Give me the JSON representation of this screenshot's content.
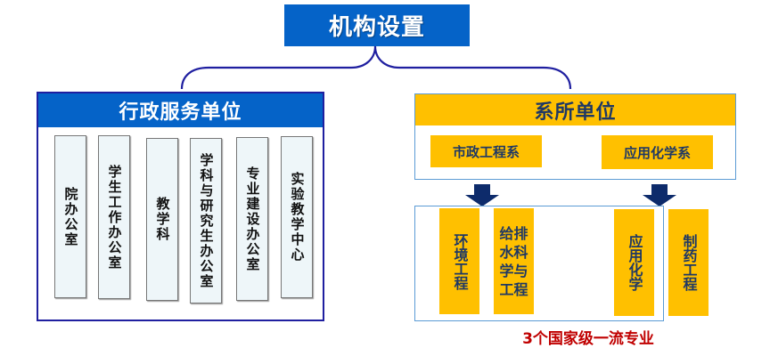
{
  "title": "机构设置",
  "admin": {
    "header": "行政服务单位",
    "offices": [
      {
        "label": "院办公室"
      },
      {
        "label": "学生工作办公室"
      },
      {
        "label": "教学科"
      },
      {
        "label": "学科与研究生办公室"
      },
      {
        "label": "专业建设办公室"
      },
      {
        "label": "实验教学中心"
      }
    ]
  },
  "departments": {
    "header": "系所单位",
    "items": [
      {
        "label": "市政工程系"
      },
      {
        "label": "应用化学系"
      }
    ]
  },
  "majors": [
    {
      "label": "环境工程"
    },
    {
      "lines": [
        "给排",
        "水科",
        "学与",
        "工程"
      ]
    },
    {
      "label": "应用化学"
    },
    {
      "label": "制药工程"
    }
  ],
  "caption": "3个国家级一流专业",
  "colors": {
    "blue": "#0563c8",
    "navy": "#1f1fa0",
    "gold": "#ffc000",
    "dark_blue_text": "#1f3864",
    "arrow": "#0d2b6b",
    "red": "#c00000"
  }
}
